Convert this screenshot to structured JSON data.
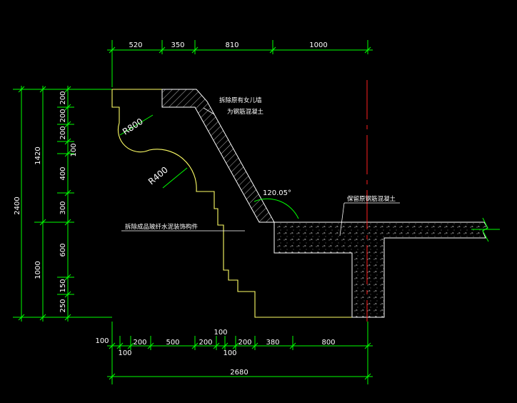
{
  "colors": {
    "background": "#000000",
    "dimension": "#00ff00",
    "profile": "#ffff66",
    "concrete": "#ffffff",
    "centerline": "#ff2020",
    "text": "#ffffff"
  },
  "top_dims": [
    "520",
    "350",
    "810",
    "1000"
  ],
  "bottom_dims_upper": [
    "100",
    "100",
    "200",
    "500",
    "200",
    "200",
    "380",
    "800"
  ],
  "bottom_dims_lower": [
    "100",
    "100"
  ],
  "overall_width": "2680",
  "left_dims_inner": [
    "200",
    "200",
    "200",
    "100",
    "400",
    "300",
    "600",
    "150",
    "250"
  ],
  "left_dims_middle": [
    "1420",
    "1000"
  ],
  "overall_height": "2400",
  "radius_labels": [
    "R800",
    "R400"
  ],
  "angle_label": "120.05°",
  "notes": {
    "remove_parapet_line1": "拆除原有女儿墙",
    "remove_parapet_line2": "为钢筋混凝土",
    "keep_concrete": "保留原钢筋混凝土",
    "remove_decor": "拆除成品玻纤水泥装饰构件"
  }
}
